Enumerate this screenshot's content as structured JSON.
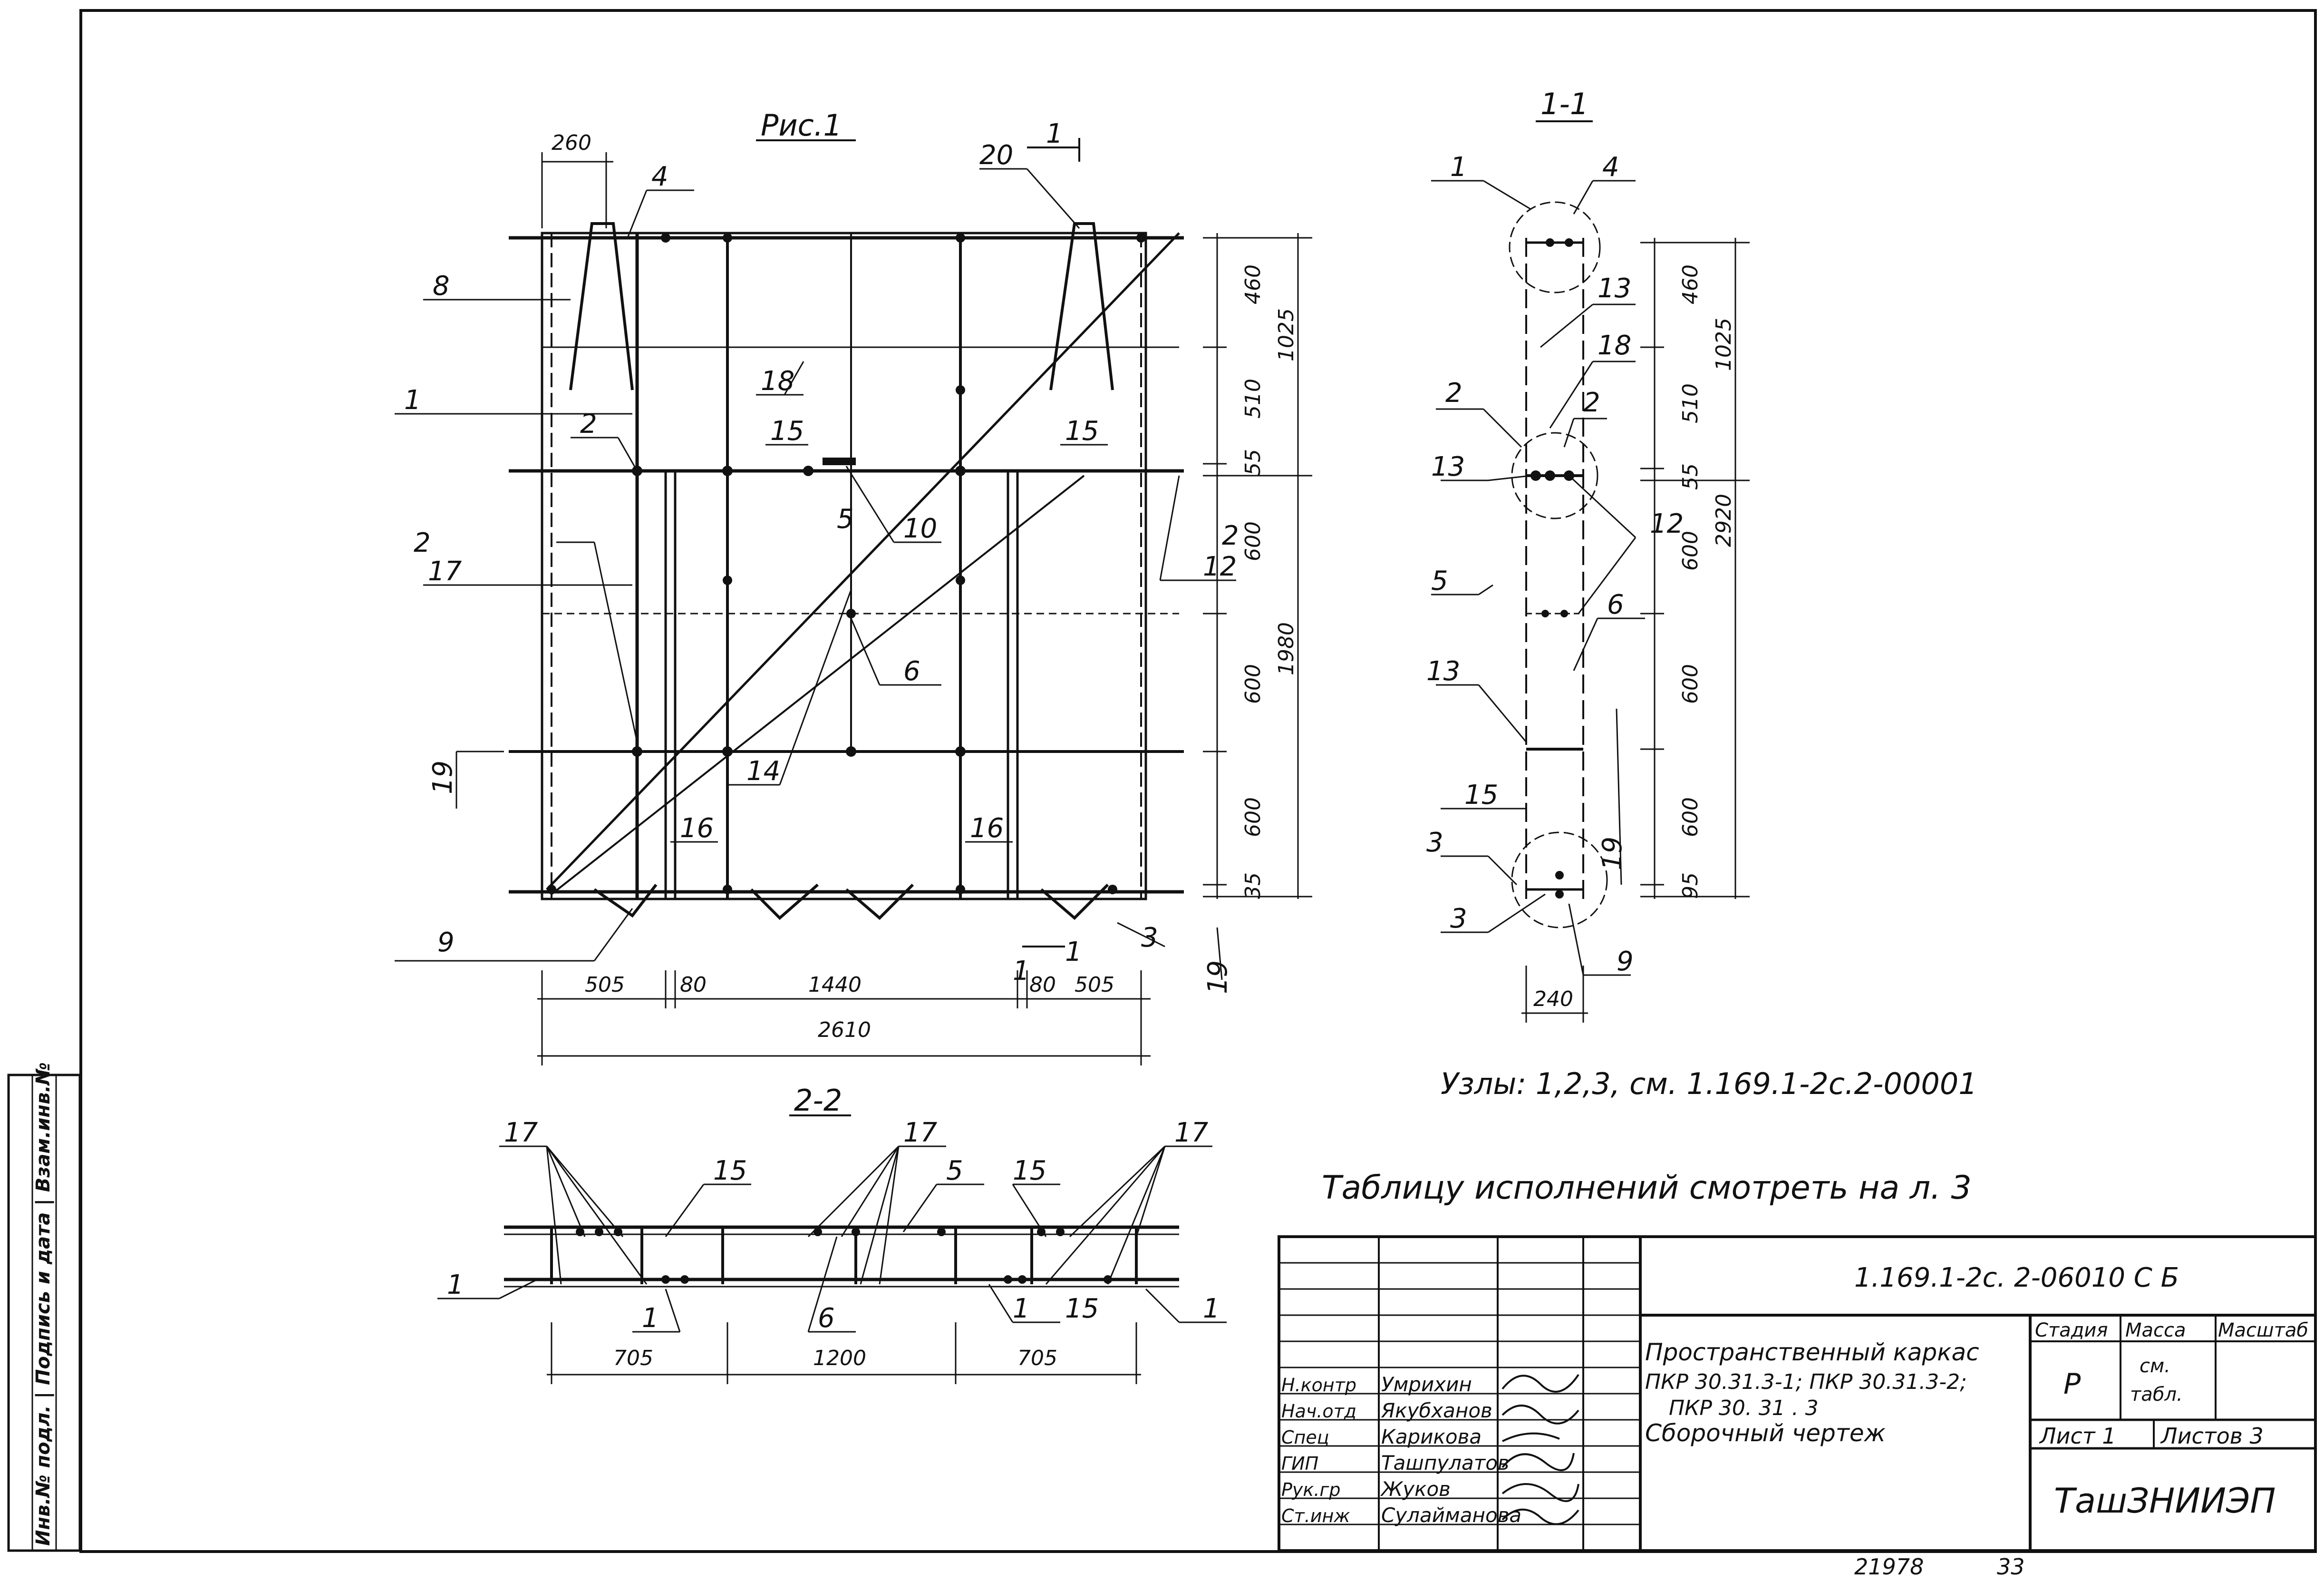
{
  "views": {
    "fig1": {
      "title": "Рис.1",
      "section_mark": "1",
      "dims_top": {
        "d260": "260"
      },
      "dims_right": [
        "460",
        "510",
        "55",
        "600",
        "600",
        "600",
        "35"
      ],
      "dims_right_total": [
        "1025",
        "1980"
      ],
      "dims_bottom": [
        "505",
        "80",
        "1440",
        "80",
        "505"
      ],
      "dims_bottom_total": "2610",
      "callouts": [
        "4",
        "20",
        "8",
        "18",
        "1",
        "2",
        "15",
        "10",
        "5",
        "15",
        "2",
        "17",
        "12",
        "6",
        "14",
        "19",
        "16",
        "16",
        "9",
        "3",
        "19",
        "1",
        "2"
      ]
    },
    "sec11": {
      "title": "1-1",
      "dims_right": [
        "460",
        "510",
        "55",
        "600",
        "600",
        "600",
        "95"
      ],
      "dims_right_total": [
        "1025",
        "2920"
      ],
      "dim_bottom": "240",
      "callouts": [
        "1",
        "4",
        "13",
        "18",
        "2",
        "2",
        "13",
        "12",
        "5",
        "6",
        "13",
        "15",
        "3",
        "3",
        "19",
        "9"
      ]
    },
    "sec22": {
      "title": "2-2",
      "dims_bottom": [
        "705",
        "1200",
        "705"
      ],
      "callouts": [
        "17",
        "15",
        "17",
        "5",
        "15",
        "17",
        "1",
        "1",
        "6",
        "1",
        "15",
        "1"
      ]
    }
  },
  "notes": {
    "nodes": "Узлы: 1,2,3, см. 1.169.1-2с.2-00001",
    "table_ref": "Таблицу исполнений смотреть на л. 3"
  },
  "title_block": {
    "doc_code": "1.169.1-2с. 2-06010 С Б",
    "name_line1": "Пространственный каркас",
    "name_line2": "ПКР 30.31.3-1; ПКР 30.31.3-2;",
    "name_line3": "ПКР 30. 31 . 3",
    "name_line4": "Сборочный чертеж",
    "stage_hdr": "Стадия",
    "mass_hdr": "Масса",
    "scale_hdr": "Масштаб",
    "stage_val": "Р",
    "mass_val1": "см.",
    "mass_val2": "табл.",
    "sheet": "Лист 1",
    "sheets": "Листов 3",
    "org": "ТашЗНИИЭП",
    "roles": [
      {
        "role": "Н.контр",
        "name": "Умрихин"
      },
      {
        "role": "Нач.отд",
        "name": "Якубханов"
      },
      {
        "role": "Спец",
        "name": "Карикова"
      },
      {
        "role": "ГИП",
        "name": "Ташпулатов"
      },
      {
        "role": "Рук.гр",
        "name": "Жуков"
      },
      {
        "role": "Ст.инж",
        "name": "Сулайманова"
      }
    ]
  },
  "side_stamp": "Инв.№ подл. | Подпись и дата | Взам.инв.№",
  "bottom": {
    "number": "21978",
    "page": "33"
  }
}
